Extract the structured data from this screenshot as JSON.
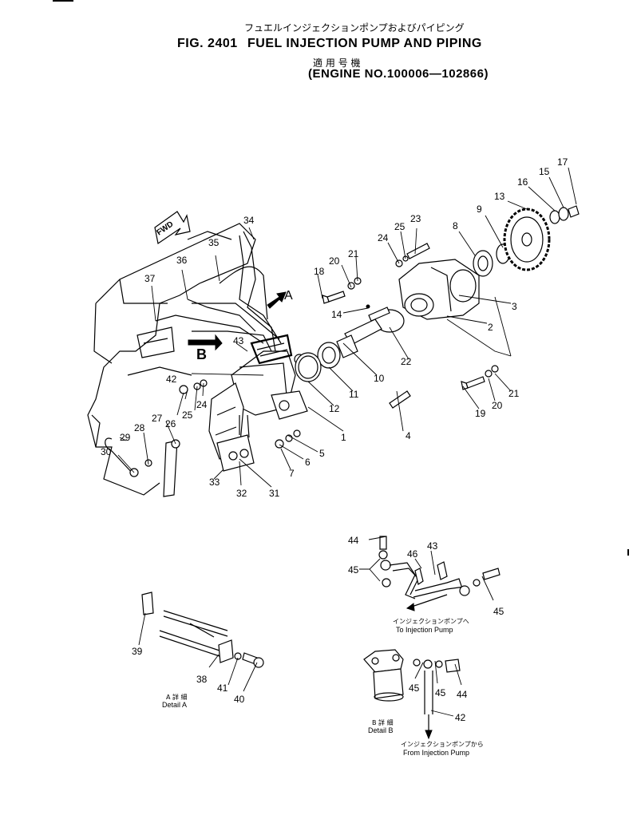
{
  "header": {
    "title_jp": "フュエルインジェクションポンプおよびパイピング",
    "fig_no": "FIG. 2401",
    "title_en": "FUEL INJECTION PUMP AND PIPING",
    "applicability_jp": "適 用 号 機",
    "engine_range": "(ENGINE NO.100006—102866)"
  },
  "labels": {
    "fwd": "FWD",
    "detail_a_marker": "A",
    "detail_b_marker": "B",
    "detail_a_jp": "A 詳 細",
    "detail_a_en": "Detail A",
    "detail_b_jp": "B 詳 細",
    "detail_b_en": "Detail B",
    "to_pump_jp": "インジェクションポンプへ",
    "to_pump_en": "To Injection Pump",
    "from_pump_jp": "インジェクションポンプから",
    "from_pump_en": "From Injection Pump"
  },
  "callouts": [
    {
      "n": "1"
    },
    {
      "n": "2"
    },
    {
      "n": "3"
    },
    {
      "n": "4"
    },
    {
      "n": "5"
    },
    {
      "n": "6"
    },
    {
      "n": "7"
    },
    {
      "n": "8"
    },
    {
      "n": "9"
    },
    {
      "n": "10"
    },
    {
      "n": "11"
    },
    {
      "n": "12"
    },
    {
      "n": "13"
    },
    {
      "n": "14"
    },
    {
      "n": "15"
    },
    {
      "n": "16"
    },
    {
      "n": "17"
    },
    {
      "n": "18"
    },
    {
      "n": "19"
    },
    {
      "n": "20"
    },
    {
      "n": "20"
    },
    {
      "n": "21"
    },
    {
      "n": "21"
    },
    {
      "n": "22"
    },
    {
      "n": "23"
    },
    {
      "n": "24"
    },
    {
      "n": "24"
    },
    {
      "n": "25"
    },
    {
      "n": "25"
    },
    {
      "n": "26"
    },
    {
      "n": "27"
    },
    {
      "n": "28"
    },
    {
      "n": "29"
    },
    {
      "n": "30"
    },
    {
      "n": "31"
    },
    {
      "n": "32"
    },
    {
      "n": "33"
    },
    {
      "n": "34"
    },
    {
      "n": "35"
    },
    {
      "n": "36"
    },
    {
      "n": "37"
    },
    {
      "n": "38"
    },
    {
      "n": "39"
    },
    {
      "n": "40"
    },
    {
      "n": "41"
    },
    {
      "n": "42"
    },
    {
      "n": "42"
    },
    {
      "n": "43"
    },
    {
      "n": "43"
    },
    {
      "n": "44"
    },
    {
      "n": "44"
    },
    {
      "n": "45"
    },
    {
      "n": "45"
    },
    {
      "n": "45"
    },
    {
      "n": "45"
    },
    {
      "n": "46"
    }
  ]
}
